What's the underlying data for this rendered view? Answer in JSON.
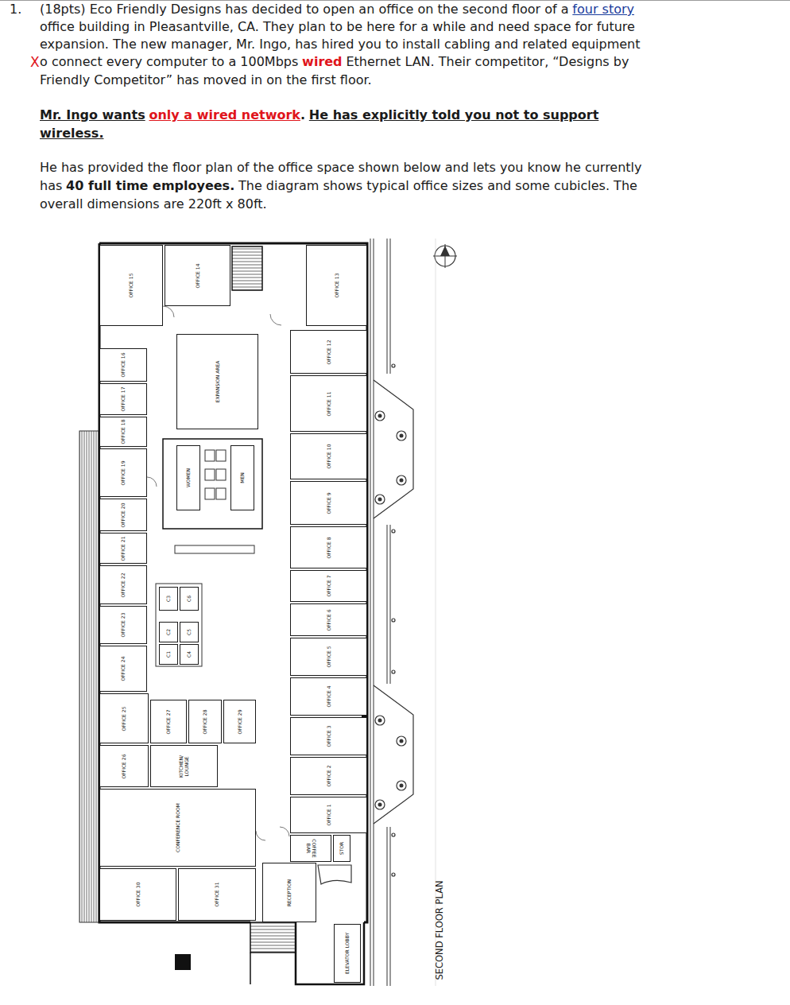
{
  "diagram": {
    "nodes": [
      {
        "text": [
          "OFFICE 15"
        ]
      },
      {
        "text": [
          "OFFICE 14"
        ]
      },
      {
        "text": [
          "OFFICE 13"
        ]
      },
      {
        "text": [
          "OFFICE 16"
        ]
      },
      {
        "text": [
          "EXPANSION AREA"
        ]
      },
      {
        "text": [
          "OFFICE 12"
        ]
      },
      {
        "text": [
          "OFFICE 17"
        ]
      },
      {
        "text": [
          "OFFICE 11"
        ]
      },
      {
        "text": [
          "OFFICE 18"
        ]
      },
      {
        "text": [
          "OFFICE 10"
        ]
      },
      {
        "text": [
          "WOMEN"
        ]
      },
      {
        "text": [
          "MEN"
        ]
      },
      {
        "text": [
          "OFFICE 19"
        ]
      },
      {
        "text": [
          "OFFICE 9"
        ]
      },
      {
        "text": [
          "OFFICE 20"
        ]
      },
      {
        "text": [
          "OFFICE 8"
        ]
      },
      {
        "text": [
          "OFFICE 21"
        ]
      },
      {
        "text": [
          "OFFICE 22"
        ]
      },
      {
        "text": [
          "OFFICE 7"
        ]
      },
      {
        "text": [
          "C3"
        ]
      },
      {
        "text": [
          "C6"
        ]
      },
      {
        "text": [
          "OFFICE 6"
        ]
      },
      {
        "text": [
          "OFFICE 23"
        ]
      },
      {
        "text": [
          "C2"
        ]
      },
      {
        "text": [
          "C5"
        ]
      },
      {
        "text": [
          "OFFICE 5"
        ]
      },
      {
        "text": [
          "OFFICE 24"
        ]
      },
      {
        "text": [
          "C1"
        ]
      },
      {
        "text": [
          "C4"
        ]
      },
      {
        "text": [
          "OFFICE 4"
        ]
      },
      {
        "text": [
          "OFFICE 25"
        ]
      },
      {
        "text": [
          "OFFICE 27"
        ]
      },
      {
        "text": [
          "OFFICE 28"
        ]
      },
      {
        "text": [
          "OFFICE 29"
        ]
      },
      {
        "text": [
          "OFFICE 3"
        ]
      },
      {
        "text": [
          "OFFICE 26"
        ]
      },
      {
        "text": [
          "KITCHEN/ LOUNGE"
        ]
      },
      {
        "text": [
          "OFFICE 2"
        ]
      },
      {
        "text": [
          "CONFERENCE ROOM"
        ]
      },
      {
        "text": [
          "OFFICE 1"
        ]
      },
      {
        "text": [
          "COFFEE BAR"
        ]
      },
      {
        "text": [
          "STOR"
        ]
      },
      {
        "text": [
          "OFFICE 30"
        ]
      },
      {
        "text": [
          "OFFICE 31"
        ]
      },
      {
        "text": [
          "RECEPTION"
        ]
      },
      {
        "text": [
          "ELEVATOR LOBBY"
        ]
      }
    ],
    "labels": [
      "1.",
      "(18pts) Eco Friendly Designs has decided to open an office on the second floor of a",
      "four story",
      "office building in Pleasantville, CA. They plan to be here for a while and need space for future",
      "expansion. The new manager, Mr. Ingo, has hired you to install cabling and related equipment",
      "X",
      "o connect every computer to a 100Mbps",
      "wired",
      "Ethernet LAN. Their competitor, “Designs by",
      "Friendly Competitor” has moved in on the first floor.",
      "Mr. Ingo wants",
      "only a wired network",
      ".",
      "He has explicitly told you not to support",
      "wireless.",
      "He has provided the floor plan of the office space shown below and lets you know he currently",
      "has",
      "40 full time employees.",
      "The diagram shows typical office sizes and some cubicles. The",
      "overall dimensions are 220ft x 80ft.",
      "SECOND FLOOR PLAN"
    ]
  }
}
